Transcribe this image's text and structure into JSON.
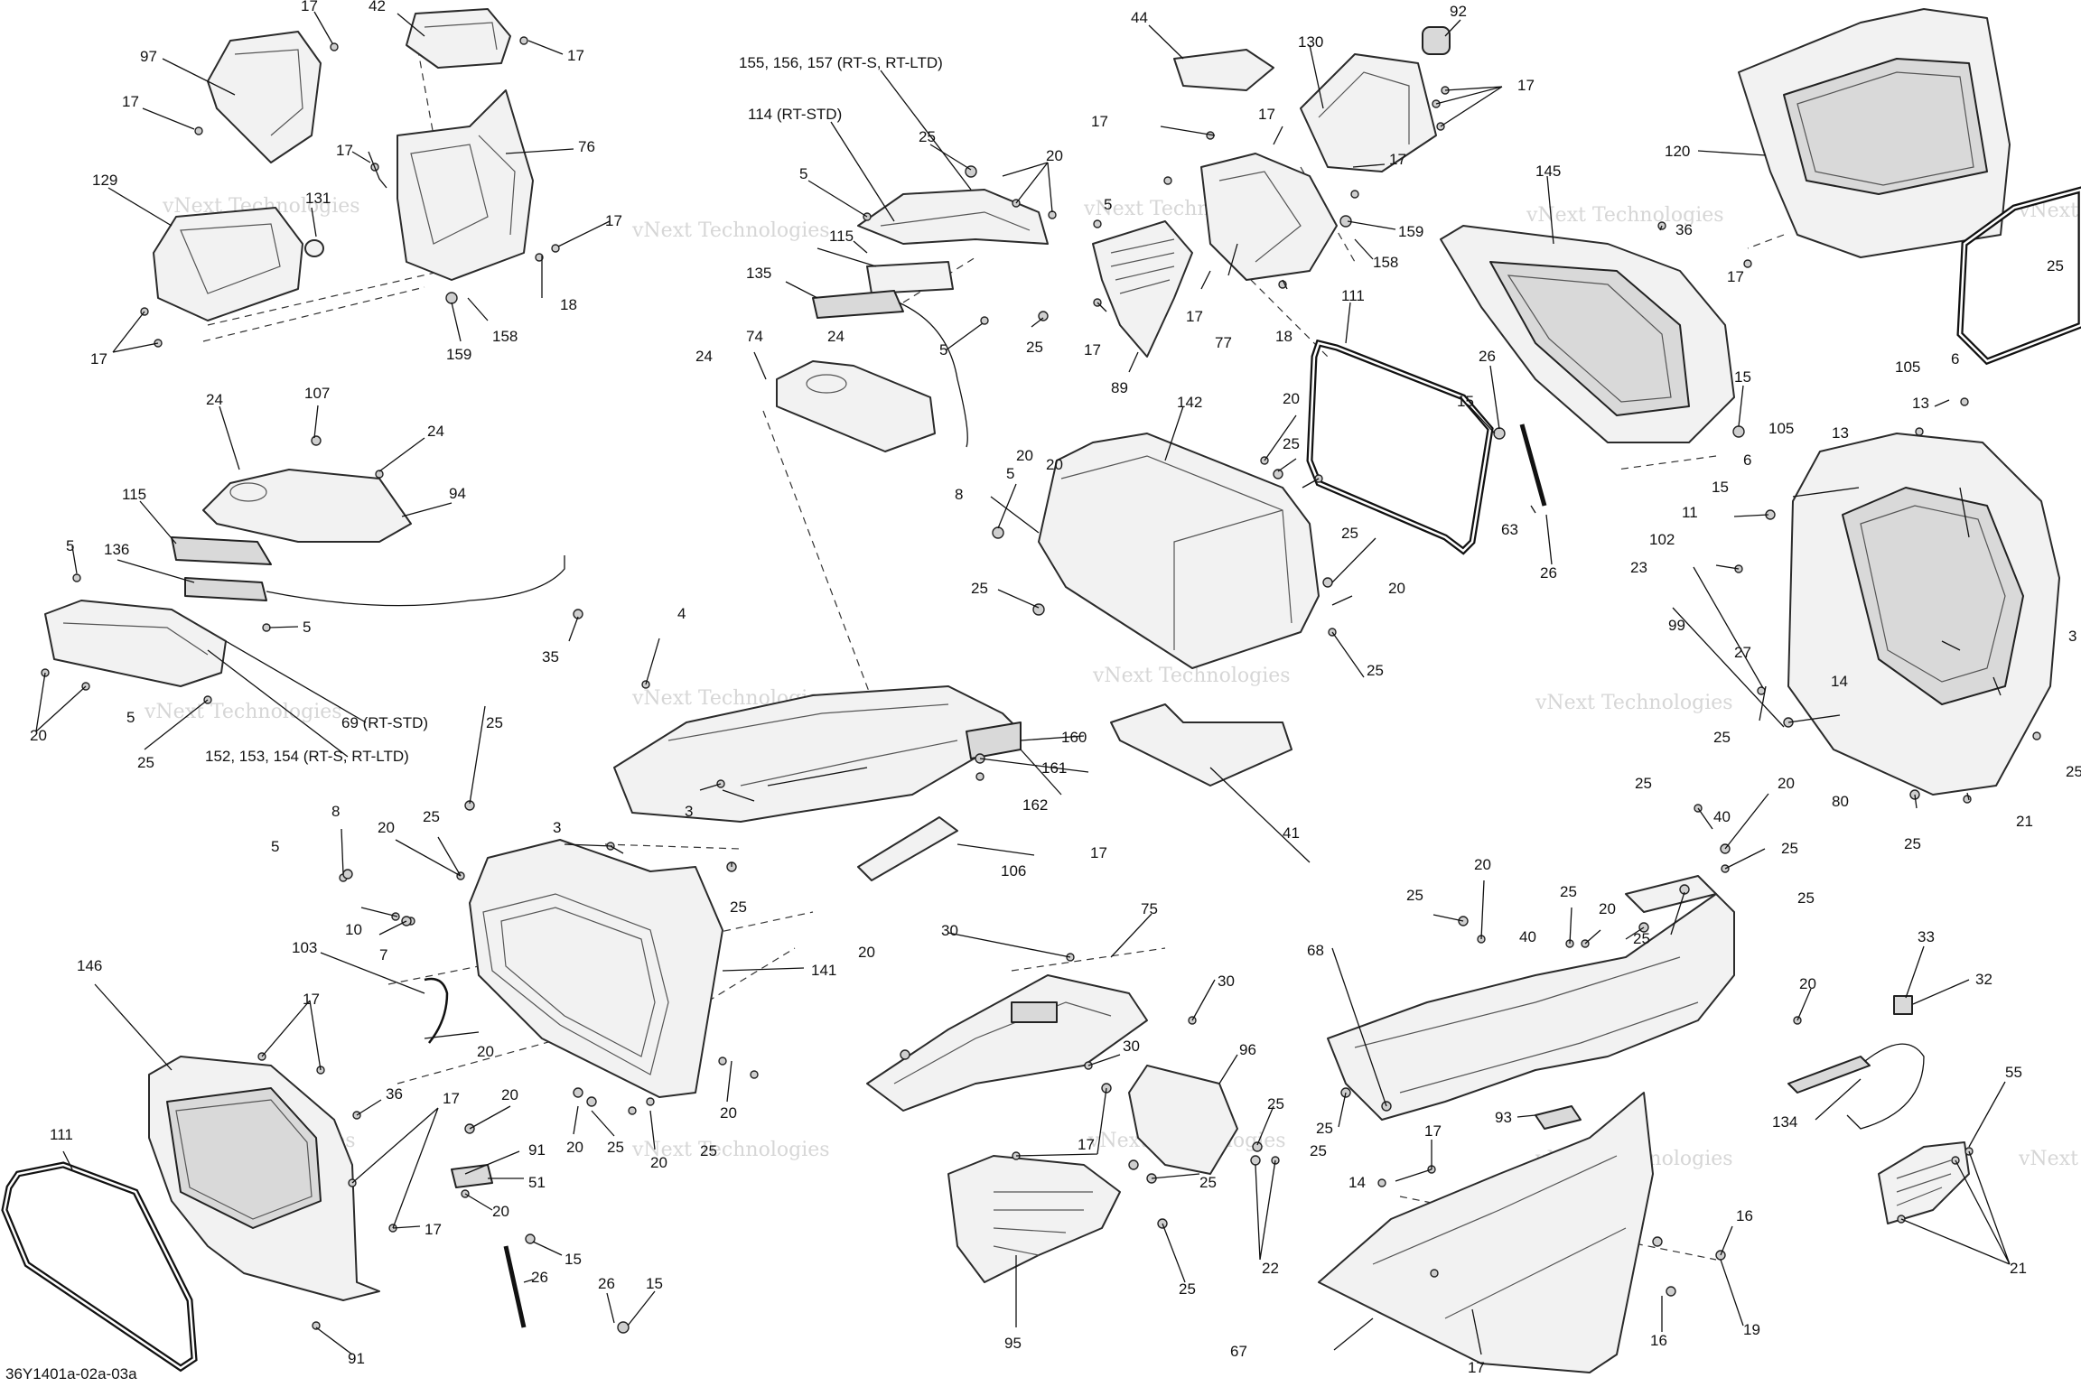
{
  "diagram": {
    "reference": "36Y1401a-02a-03a",
    "watermark_lines": [
      "vNext Technologies",
      "Technologies"
    ],
    "callouts": [
      {
        "id": "c1",
        "text": "17"
      },
      {
        "id": "c2",
        "text": "42"
      },
      {
        "id": "c3",
        "text": "17"
      },
      {
        "id": "c4",
        "text": "97"
      },
      {
        "id": "c5",
        "text": "17"
      },
      {
        "id": "c6",
        "text": "76"
      },
      {
        "id": "c7",
        "text": "17"
      },
      {
        "id": "c8",
        "text": "129"
      },
      {
        "id": "c9",
        "text": "131"
      },
      {
        "id": "c10",
        "text": "17"
      },
      {
        "id": "c11",
        "text": "18"
      },
      {
        "id": "c12",
        "text": "17"
      },
      {
        "id": "c13",
        "text": "159"
      },
      {
        "id": "c14",
        "text": "158"
      },
      {
        "id": "c15",
        "text": "155, 156, 157 (RT-S, RT-LTD)"
      },
      {
        "id": "c16",
        "text": "114 (RT-STD)"
      },
      {
        "id": "c17",
        "text": "25"
      },
      {
        "id": "c18",
        "text": "5"
      },
      {
        "id": "c19",
        "text": "20"
      },
      {
        "id": "c20",
        "text": "5"
      },
      {
        "id": "c21",
        "text": "115"
      },
      {
        "id": "c22",
        "text": "135"
      },
      {
        "id": "c23",
        "text": "5"
      },
      {
        "id": "c24",
        "text": "25"
      },
      {
        "id": "c25",
        "text": "24"
      },
      {
        "id": "c26",
        "text": "74"
      },
      {
        "id": "c27",
        "text": "24"
      },
      {
        "id": "c28",
        "text": "44"
      },
      {
        "id": "c29",
        "text": "92"
      },
      {
        "id": "c30",
        "text": "130"
      },
      {
        "id": "c31",
        "text": "17"
      },
      {
        "id": "c32",
        "text": "17"
      },
      {
        "id": "c33",
        "text": "17"
      },
      {
        "id": "c34",
        "text": "17"
      },
      {
        "id": "c35",
        "text": "159"
      },
      {
        "id": "c36",
        "text": "158"
      },
      {
        "id": "c37",
        "text": "17"
      },
      {
        "id": "c38",
        "text": "77"
      },
      {
        "id": "c39",
        "text": "18"
      },
      {
        "id": "c40",
        "text": "17"
      },
      {
        "id": "c41",
        "text": "89"
      },
      {
        "id": "c42",
        "text": "120"
      },
      {
        "id": "c43",
        "text": "145"
      },
      {
        "id": "c44",
        "text": "36"
      },
      {
        "id": "c45",
        "text": "17"
      },
      {
        "id": "c46",
        "text": "111"
      },
      {
        "id": "c47",
        "text": "26"
      },
      {
        "id": "c48",
        "text": "15"
      },
      {
        "id": "c49",
        "text": "15"
      },
      {
        "id": "c50",
        "text": "63"
      },
      {
        "id": "c51",
        "text": "26"
      },
      {
        "id": "c52",
        "text": "107"
      },
      {
        "id": "c53",
        "text": "24"
      },
      {
        "id": "c54",
        "text": "24"
      },
      {
        "id": "c55",
        "text": "94"
      },
      {
        "id": "c56",
        "text": "115"
      },
      {
        "id": "c57",
        "text": "5"
      },
      {
        "id": "c58",
        "text": "136"
      },
      {
        "id": "c59",
        "text": "5"
      },
      {
        "id": "c60",
        "text": "35"
      },
      {
        "id": "c61",
        "text": "5"
      },
      {
        "id": "c62",
        "text": "20"
      },
      {
        "id": "c63",
        "text": "25"
      },
      {
        "id": "c64",
        "text": "69 (RT-STD)"
      },
      {
        "id": "c65",
        "text": "152, 153, 154 (RT-S, RT-LTD)"
      },
      {
        "id": "c66",
        "text": "142"
      },
      {
        "id": "c67",
        "text": "20"
      },
      {
        "id": "c68",
        "text": "25"
      },
      {
        "id": "c69",
        "text": "5"
      },
      {
        "id": "c70",
        "text": "8"
      },
      {
        "id": "c71",
        "text": "25"
      },
      {
        "id": "c72",
        "text": "25"
      },
      {
        "id": "c73",
        "text": "20"
      },
      {
        "id": "c74",
        "text": "25"
      },
      {
        "id": "c75",
        "text": "41"
      },
      {
        "id": "c76",
        "text": "105"
      },
      {
        "id": "c77",
        "text": "6"
      },
      {
        "id": "c78",
        "text": "13"
      },
      {
        "id": "c79",
        "text": "105"
      },
      {
        "id": "c80",
        "text": "13"
      },
      {
        "id": "c81",
        "text": "15"
      },
      {
        "id": "c82",
        "text": "6"
      },
      {
        "id": "c83",
        "text": "11"
      },
      {
        "id": "c84",
        "text": "102"
      },
      {
        "id": "c85",
        "text": "23"
      },
      {
        "id": "c86",
        "text": "99"
      },
      {
        "id": "c87",
        "text": "27"
      },
      {
        "id": "c88",
        "text": "14"
      },
      {
        "id": "c89",
        "text": "25"
      },
      {
        "id": "c90",
        "text": "80"
      },
      {
        "id": "c91",
        "text": "21"
      },
      {
        "id": "c92",
        "text": "25"
      },
      {
        "id": "c93",
        "text": "3"
      },
      {
        "id": "c94",
        "text": "25"
      },
      {
        "id": "c95",
        "text": "4"
      },
      {
        "id": "c96",
        "text": "160"
      },
      {
        "id": "c97",
        "text": "161"
      },
      {
        "id": "c98",
        "text": "162"
      },
      {
        "id": "c99",
        "text": "3"
      },
      {
        "id": "c100",
        "text": "3"
      },
      {
        "id": "c101",
        "text": "106"
      },
      {
        "id": "c102",
        "text": "25"
      },
      {
        "id": "c103",
        "text": "25"
      },
      {
        "id": "c104",
        "text": "8"
      },
      {
        "id": "c105",
        "text": "5"
      },
      {
        "id": "c106",
        "text": "20"
      },
      {
        "id": "c107",
        "text": "25"
      },
      {
        "id": "c108",
        "text": "10"
      },
      {
        "id": "c109",
        "text": "7"
      },
      {
        "id": "c110",
        "text": "103"
      },
      {
        "id": "c111",
        "text": "141"
      },
      {
        "id": "c112",
        "text": "20"
      },
      {
        "id": "c113",
        "text": "20"
      },
      {
        "id": "c114",
        "text": "20"
      },
      {
        "id": "c115",
        "text": "25"
      },
      {
        "id": "c116",
        "text": "20"
      },
      {
        "id": "c117",
        "text": "25"
      },
      {
        "id": "c118",
        "text": "146"
      },
      {
        "id": "c119",
        "text": "17"
      },
      {
        "id": "c120",
        "text": "36"
      },
      {
        "id": "c121",
        "text": "17"
      },
      {
        "id": "c122",
        "text": "20"
      },
      {
        "id": "c123",
        "text": "91"
      },
      {
        "id": "c124",
        "text": "51"
      },
      {
        "id": "c125",
        "text": "20"
      },
      {
        "id": "c126",
        "text": "111"
      },
      {
        "id": "c127",
        "text": "17"
      },
      {
        "id": "c128",
        "text": "15"
      },
      {
        "id": "c129",
        "text": "26"
      },
      {
        "id": "c130",
        "text": "26"
      },
      {
        "id": "c131",
        "text": "15"
      },
      {
        "id": "c132",
        "text": "91"
      },
      {
        "id": "c133",
        "text": "30"
      },
      {
        "id": "c134",
        "text": "75"
      },
      {
        "id": "c135",
        "text": "30"
      },
      {
        "id": "c136",
        "text": "30"
      },
      {
        "id": "c137",
        "text": "96"
      },
      {
        "id": "c138",
        "text": "17"
      },
      {
        "id": "c139",
        "text": "25"
      },
      {
        "id": "c140",
        "text": "25"
      },
      {
        "id": "c141",
        "text": "25"
      },
      {
        "id": "c142",
        "text": "22"
      },
      {
        "id": "c143",
        "text": "95"
      },
      {
        "id": "c144",
        "text": "25"
      },
      {
        "id": "c145",
        "text": "20"
      },
      {
        "id": "c146",
        "text": "40"
      },
      {
        "id": "c147",
        "text": "25"
      },
      {
        "id": "c148",
        "text": "20"
      },
      {
        "id": "c149",
        "text": "25"
      },
      {
        "id": "c150",
        "text": "25"
      },
      {
        "id": "c151",
        "text": "20"
      },
      {
        "id": "c152",
        "text": "40"
      },
      {
        "id": "c153",
        "text": "25"
      },
      {
        "id": "c154",
        "text": "68"
      },
      {
        "id": "c155",
        "text": "25"
      },
      {
        "id": "c156",
        "text": "93"
      },
      {
        "id": "c157",
        "text": "17"
      },
      {
        "id": "c158",
        "text": "14"
      },
      {
        "id": "c159",
        "text": "16"
      },
      {
        "id": "c160",
        "text": "19"
      },
      {
        "id": "c161",
        "text": "16"
      },
      {
        "id": "c162",
        "text": "17"
      },
      {
        "id": "c163",
        "text": "67"
      },
      {
        "id": "c164",
        "text": "33"
      },
      {
        "id": "c165",
        "text": "32"
      },
      {
        "id": "c166",
        "text": "20"
      },
      {
        "id": "c167",
        "text": "134"
      },
      {
        "id": "c168",
        "text": "55"
      },
      {
        "id": "c169",
        "text": "21"
      },
      {
        "id": "c170",
        "text": "17"
      },
      {
        "id": "c171",
        "text": "25"
      },
      {
        "id": "c172",
        "text": "20"
      },
      {
        "id": "c173",
        "text": "20"
      },
      {
        "id": "c174",
        "text": "20"
      },
      {
        "id": "c175",
        "text": "25"
      },
      {
        "id": "c176",
        "text": "25"
      }
    ]
  }
}
